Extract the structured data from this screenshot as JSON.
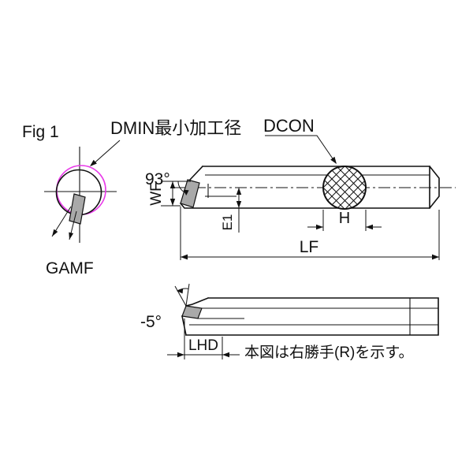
{
  "drawing": {
    "fig_label": "Fig 1",
    "callouts": {
      "dmin": "DMIN最小加工径",
      "dcon": "DCON"
    },
    "dimensions": {
      "gamf": "GAMF",
      "angle_93": "93°",
      "wf": "WF",
      "e1": "E1",
      "h": "H",
      "lf": "LF",
      "angle_minus5": "-5°",
      "lhd": "LHD"
    },
    "note": "本図は右勝手(R)を示す。",
    "colors": {
      "line": "#111111",
      "dmin_circle": "#e838e8",
      "insert_fill": "#a9a9a9",
      "background": "#ffffff"
    }
  }
}
